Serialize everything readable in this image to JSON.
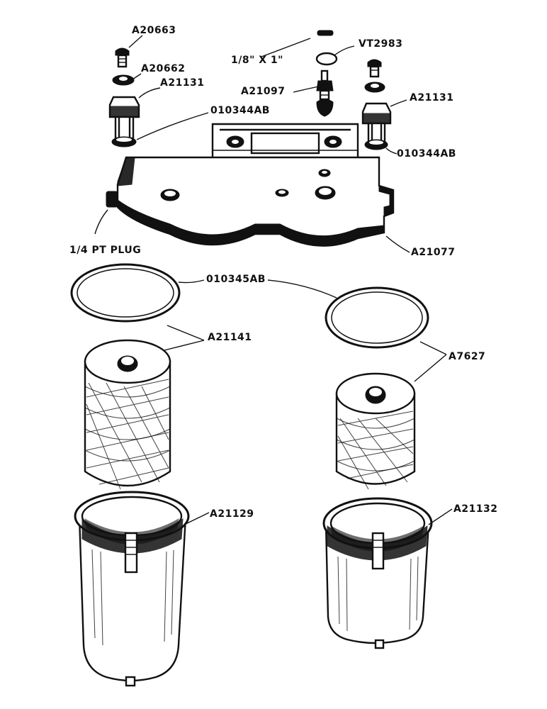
{
  "labels": {
    "a20663": "A20663",
    "a20662": "A20662",
    "a21131_left": "A21131",
    "vt2983": "VT2983",
    "pin": "1/8\" X 1\"",
    "a21097": "A21097",
    "a21131_right": "A21131",
    "o10344ab_left": "010344AB",
    "o10344ab_right": "010344AB",
    "plug": "1/4 PT PLUG",
    "a21077": "A21077",
    "o10345ab": "010345AB",
    "a21141": "A21141",
    "a7627": "A7627",
    "a21129": "A21129",
    "a21132": "A21132"
  }
}
